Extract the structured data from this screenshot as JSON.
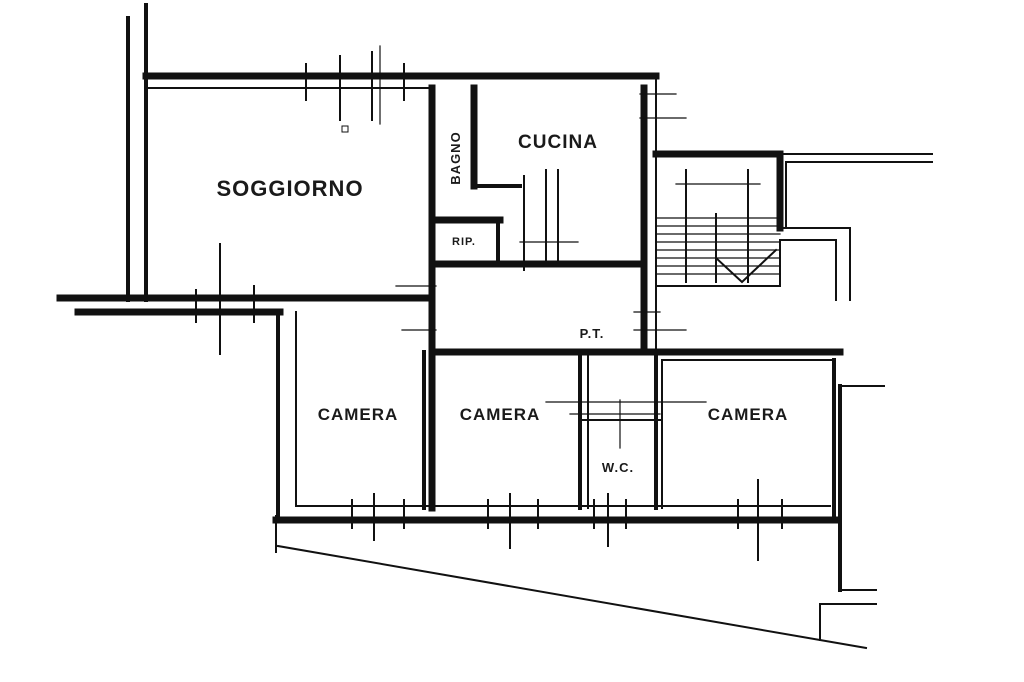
{
  "rooms": {
    "soggiorno": "SOGGIORNO",
    "cucina": "CUCINA",
    "bagno": "BAGNO",
    "rip": "RIP.",
    "pianerottolo": "P.T.",
    "camera_left": "CAMERA",
    "camera_center": "CAMERA",
    "camera_right": "CAMERA",
    "wc": "W.C."
  },
  "colors": {
    "ink": "#111111",
    "paper": "#ffffff"
  }
}
